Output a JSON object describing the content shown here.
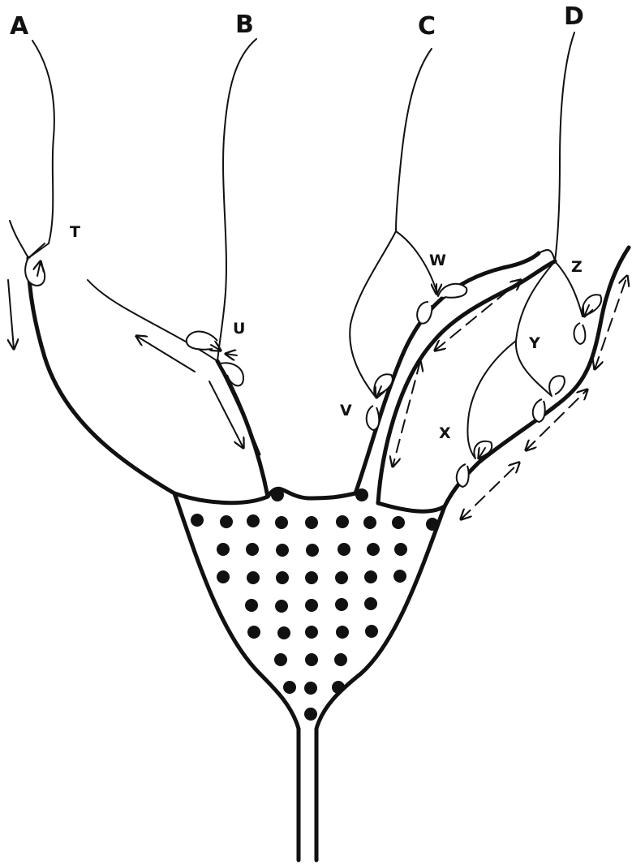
{
  "branch_labels": {
    "a": "A",
    "b": "B",
    "c": "C",
    "d": "D"
  },
  "junction_labels": {
    "t": "T",
    "u": "U",
    "v": "V",
    "w": "W",
    "x": "X",
    "y": "Y",
    "z": "Z"
  },
  "colors": {
    "ink": "#111111",
    "background": "#ffffff"
  }
}
